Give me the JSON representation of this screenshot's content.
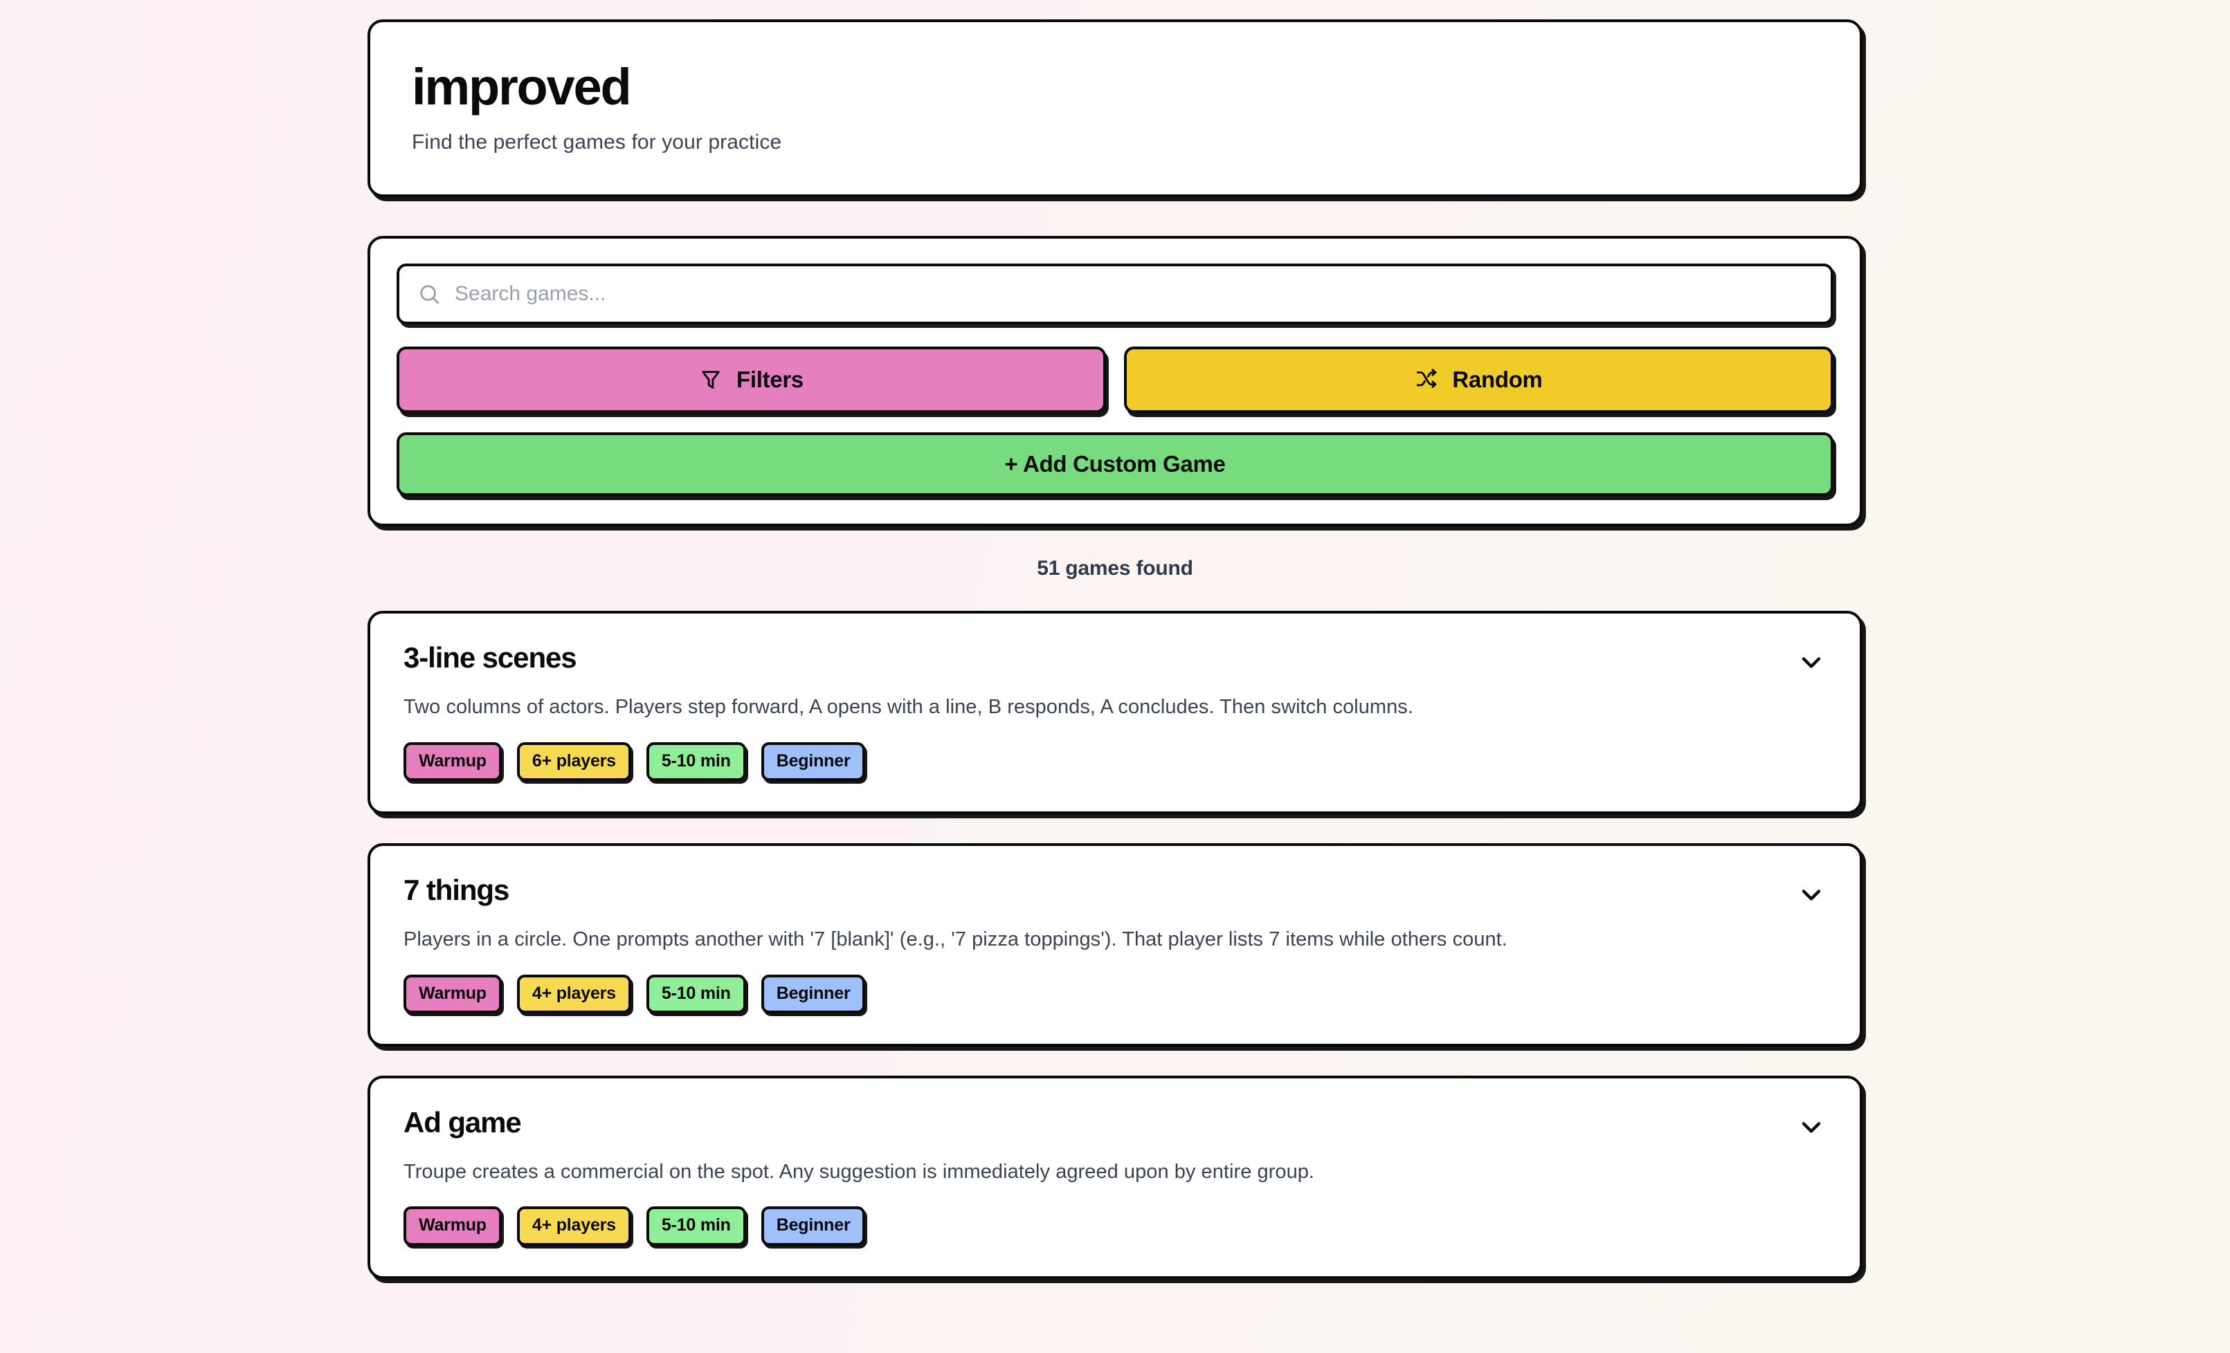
{
  "header": {
    "title": "improved",
    "subtitle": "Find the perfect games for your practice"
  },
  "search": {
    "placeholder": "Search games...",
    "value": "",
    "icon": "search-icon"
  },
  "toolbar": {
    "filters_label": "Filters",
    "filters_icon": "funnel-icon",
    "filters_color": "#E57FBF",
    "random_label": "Random",
    "random_icon": "shuffle-icon",
    "random_color": "#F0CB2A",
    "add_custom_label": "+ Add Custom Game",
    "add_custom_color": "#78DC7E"
  },
  "results": {
    "count_label": "51 games found"
  },
  "tag_colors": {
    "category": "#E57FBF",
    "players": "#F7DA52",
    "duration": "#90EE98",
    "level": "#9FC0FA"
  },
  "games": [
    {
      "title": "3-line scenes",
      "description": "Two columns of actors. Players step forward, A opens with a line, B responds, A concludes. Then switch columns.",
      "expand_icon": "chevron-down-icon",
      "tags": [
        {
          "label": "Warmup",
          "kind": "category"
        },
        {
          "label": "6+ players",
          "kind": "players"
        },
        {
          "label": "5-10 min",
          "kind": "duration"
        },
        {
          "label": "Beginner",
          "kind": "level"
        }
      ]
    },
    {
      "title": "7 things",
      "description": "Players in a circle. One prompts another with '7 [blank]' (e.g., '7 pizza toppings'). That player lists 7 items while others count.",
      "expand_icon": "chevron-down-icon",
      "tags": [
        {
          "label": "Warmup",
          "kind": "category"
        },
        {
          "label": "4+ players",
          "kind": "players"
        },
        {
          "label": "5-10 min",
          "kind": "duration"
        },
        {
          "label": "Beginner",
          "kind": "level"
        }
      ]
    },
    {
      "title": "Ad game",
      "description": "Troupe creates a commercial on the spot. Any suggestion is immediately agreed upon by entire group.",
      "expand_icon": "chevron-down-icon",
      "tags": [
        {
          "label": "Warmup",
          "kind": "category"
        },
        {
          "label": "4+ players",
          "kind": "players"
        },
        {
          "label": "5-10 min",
          "kind": "duration"
        },
        {
          "label": "Beginner",
          "kind": "level"
        }
      ]
    }
  ]
}
